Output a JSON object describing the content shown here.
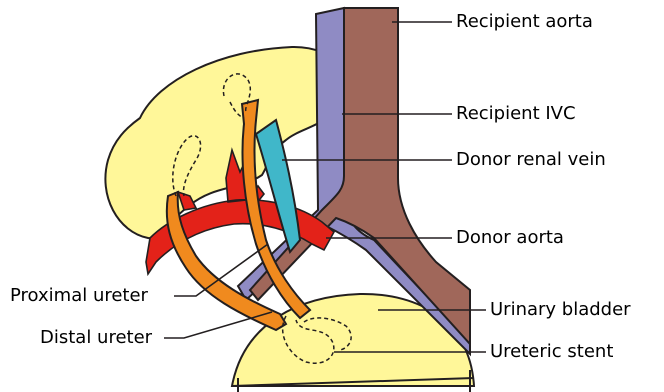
{
  "labels": {
    "recipient_aorta": "Recipient aorta",
    "recipient_ivc": "Recipient IVC",
    "donor_renal_vein": "Donor renal vein",
    "donor_aorta": "Donor aorta",
    "proximal_ureter": "Proximal ureter",
    "distal_ureter": "Distal ureter",
    "urinary_bladder": "Urinary bladder",
    "ureteric_stent": "Ureteric stent"
  },
  "colors": {
    "kidney": "#fff799",
    "recipient_aorta": "#a0675a",
    "recipient_ivc": "#8f8bc4",
    "donor_aorta": "#e32219",
    "donor_renal_vein": "#40b7c9",
    "ureter": "#f08a1e",
    "outline": "#231f20"
  }
}
